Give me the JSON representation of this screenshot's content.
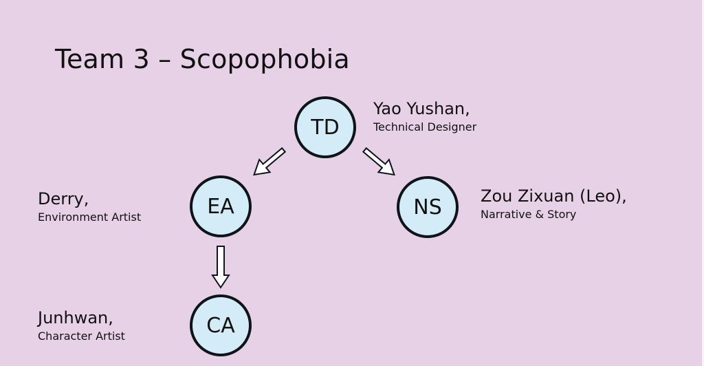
{
  "slide": {
    "title": "Team 3 – Scopophobia",
    "background": "#e7d1e6"
  },
  "nodes": {
    "td": {
      "label": "TD",
      "name": "Yao Yushan,",
      "role": "Technical Designer"
    },
    "ea": {
      "label": "EA",
      "name": "Derry,",
      "role": "Environment Artist"
    },
    "ns": {
      "label": "NS",
      "name": "Zou Zixuan (Leo),",
      "role": "Narrative & Story"
    },
    "ca": {
      "label": "CA",
      "name": "Junhwan,",
      "role": "Character Artist"
    }
  },
  "links": [
    {
      "from": "TD",
      "to": "EA"
    },
    {
      "from": "TD",
      "to": "NS"
    },
    {
      "from": "EA",
      "to": "CA"
    }
  ],
  "colors": {
    "node_fill": "#d4ecf7",
    "node_stroke": "#0f1419",
    "arrow_fill": "#ffffff",
    "arrow_stroke": "#0f1419"
  }
}
